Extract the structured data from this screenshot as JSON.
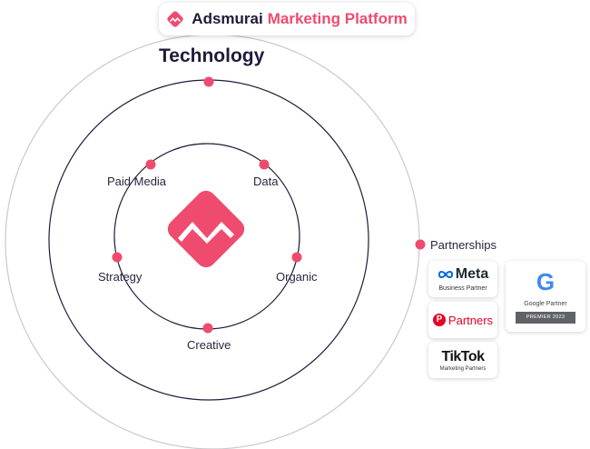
{
  "header": {
    "brand": "Adsmurai",
    "product": "Marketing Platform"
  },
  "title": "Technology",
  "nodes": {
    "paid_media": "Paid Media",
    "data": "Data",
    "strategy": "Strategy",
    "organic": "Organic",
    "creative": "Creative"
  },
  "partnerships": {
    "label": "Partnerships",
    "meta": {
      "name": "Meta",
      "subtitle": "Business Partner"
    },
    "pinterest": {
      "name": "Partners"
    },
    "tiktok": {
      "name": "TikTok",
      "subtitle": "Marketing Partners"
    },
    "google": {
      "letter": "G",
      "subtitle": "Google Partner",
      "badge": "PREMIER 2023"
    }
  },
  "colors": {
    "accent": "#ef4b6e",
    "dark": "#1f1b3a",
    "ring": "#c9c9cf"
  },
  "icons": [
    "adsmurai-logo-icon",
    "meta-infinity-icon",
    "pinterest-icon"
  ]
}
